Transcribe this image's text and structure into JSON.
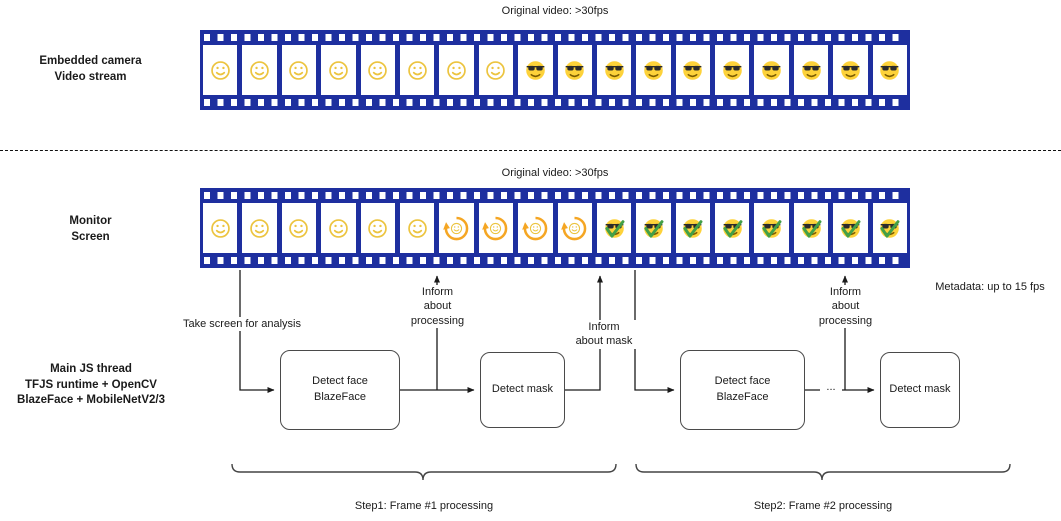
{
  "colors": {
    "film": "#1e2f9f",
    "smiley_outline": "#ecc43f",
    "smiley_fill": "#fdd23a",
    "sunglasses": "#2b2b2b",
    "processing": "#f5a623",
    "check": "#43a047",
    "box_border": "#4a4a4a",
    "arrow": "#1a1a1a"
  },
  "camera_row": {
    "caption": "Original video: >30fps",
    "label": "Embedded camera\nVideo stream",
    "frames": [
      "plain",
      "plain",
      "plain",
      "plain",
      "plain",
      "plain",
      "plain",
      "plain",
      "cool",
      "cool",
      "cool",
      "cool",
      "cool",
      "cool",
      "cool",
      "cool",
      "cool",
      "cool"
    ]
  },
  "monitor_row": {
    "caption": "Original video: >30fps",
    "label": "Monitor\nScreen",
    "frames": [
      "plain",
      "plain",
      "plain",
      "plain",
      "plain",
      "plain",
      "processing",
      "processing",
      "processing",
      "processing",
      "checked",
      "checked",
      "checked",
      "checked",
      "checked",
      "checked",
      "checked",
      "checked"
    ],
    "metadata_note": "Metadata: up to 15 fps"
  },
  "pipeline": {
    "label": "Main JS thread\nTFJS runtime + OpenCV\nBlazeFace + MobileNetV2/3",
    "take_screen_label": "Take screen for analysis",
    "inform_processing_1": "Inform\nabout\nprocessing",
    "inform_mask": "Inform\nabout mask",
    "inform_processing_2": "Inform\nabout\nprocessing",
    "ellipsis": "...",
    "boxes": {
      "detect_face_1": "Detect face\nBlazeFace",
      "detect_mask_1": "Detect mask",
      "detect_face_2": "Detect face\nBlazeFace",
      "detect_mask_2": "Detect mask"
    },
    "steps": [
      "Step1: Frame #1 processing",
      "Step2: Frame #2 processing"
    ]
  }
}
